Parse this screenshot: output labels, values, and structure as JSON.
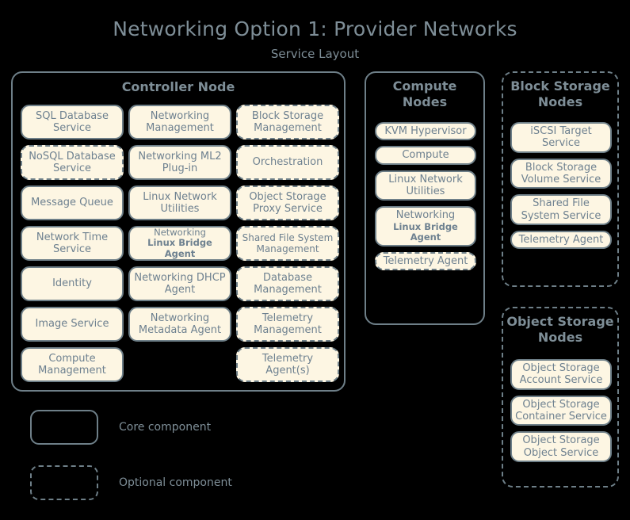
{
  "title": "Networking Option 1: Provider Networks",
  "subtitle": "Service Layout",
  "colors": {
    "background": "#000000",
    "border": "#6e7f88",
    "box_fill": "#fdf6e3",
    "text": "#7e8e97",
    "box_text": "#6e8190"
  },
  "controller_node": {
    "title": "Controller Node",
    "optional": false,
    "columns": [
      {
        "services": [
          {
            "label": "SQL Database Service",
            "optional": false
          },
          {
            "label": "NoSQL Database Service",
            "optional": true
          },
          {
            "label": "Message Queue",
            "optional": false
          },
          {
            "label": "Network Time Service",
            "optional": false
          },
          {
            "label": "Identity",
            "optional": false
          },
          {
            "label": "Image Service",
            "optional": false
          },
          {
            "label": "Compute Management",
            "optional": false
          }
        ]
      },
      {
        "services": [
          {
            "label": "Networking Management",
            "optional": false
          },
          {
            "label": "Networking ML2 Plug-in",
            "optional": false
          },
          {
            "label": "Linux Network Utilities",
            "optional": false
          },
          {
            "label": "Networking",
            "sub": "Linux Bridge Agent",
            "optional": false
          },
          {
            "label": "Networking DHCP Agent",
            "optional": false
          },
          {
            "label": "Networking Metadata Agent",
            "optional": false
          },
          {
            "label": "",
            "empty": true
          }
        ]
      },
      {
        "services": [
          {
            "label": "Block Storage Management",
            "optional": true
          },
          {
            "label": "Orchestration",
            "optional": true
          },
          {
            "label": "Object Storage Proxy Service",
            "optional": true
          },
          {
            "label": "Shared File System Management",
            "optional": true
          },
          {
            "label": "Database Management",
            "optional": true
          },
          {
            "label": "Telemetry Management",
            "optional": true
          },
          {
            "label": "Telemetry Agent(s)",
            "optional": true
          }
        ]
      }
    ]
  },
  "compute_nodes": {
    "title": "Compute Nodes",
    "optional": false,
    "services": [
      {
        "label": "KVM Hypervisor",
        "optional": false
      },
      {
        "label": "Compute",
        "optional": false
      },
      {
        "label": "Linux Network Utilities",
        "optional": false
      },
      {
        "label": "Networking",
        "sub": "Linux Bridge Agent",
        "optional": false
      },
      {
        "label": "Telemetry Agent",
        "optional": true
      }
    ]
  },
  "block_storage_nodes": {
    "title": "Block Storage Nodes",
    "optional": true,
    "services": [
      {
        "label": "iSCSI Target Service",
        "optional": false
      },
      {
        "label": "Block Storage Volume Service",
        "optional": false
      },
      {
        "label": "Shared File System Service",
        "optional": false
      },
      {
        "label": "Telemetry Agent",
        "optional": false
      }
    ]
  },
  "object_storage_nodes": {
    "title": "Object Storage Nodes",
    "optional": true,
    "services": [
      {
        "label": "Object Storage Account Service",
        "optional": false
      },
      {
        "label": "Object Storage Container Service",
        "optional": false
      },
      {
        "label": "Object Storage Object Service",
        "optional": false
      }
    ]
  },
  "legend": {
    "items": [
      {
        "label": "Core component",
        "optional": false
      },
      {
        "label": "Optional component",
        "optional": true
      }
    ]
  }
}
